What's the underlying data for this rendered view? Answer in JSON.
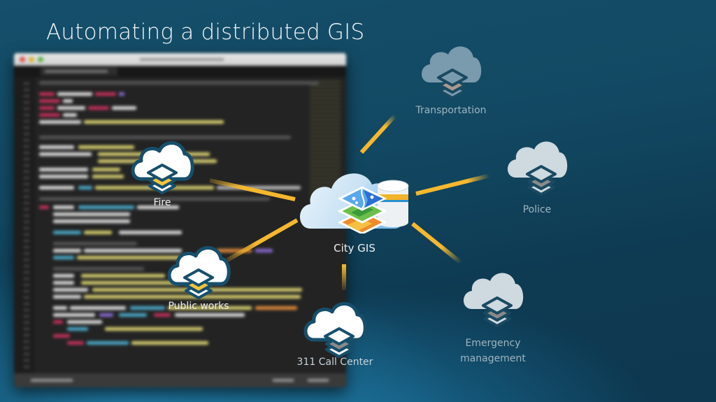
{
  "slide": {
    "title": "Automating a distributed GIS"
  },
  "colors": {
    "background_top": "#154f6b",
    "background_bottom_glow": "#1f7fab",
    "connector": "#f5b82e",
    "cloud_outline": "#174f6b",
    "cloud_fill_active": "#ffffff",
    "cloud_fill_inactive": "#cfdbe2",
    "layer_accent_active": "#f2c33c",
    "layer_accent_inactive": "#8a8a8a",
    "label_active": "#f0f0f0",
    "label_inactive": "#9fb4c0"
  },
  "hub": {
    "label": "City GIS",
    "icon": "cloud-map-layers-database-icon"
  },
  "nodes": [
    {
      "id": "fire",
      "label": "Fire",
      "icon": "cloud-layers-icon",
      "state": "active"
    },
    {
      "id": "public-works",
      "label": "Public works",
      "icon": "cloud-layers-icon",
      "state": "active"
    },
    {
      "id": "call-center",
      "label": "311 Call Center",
      "icon": "cloud-layers-icon",
      "state": "active"
    },
    {
      "id": "transportation",
      "label": "Transportation",
      "icon": "cloud-layers-icon",
      "state": "inactive"
    },
    {
      "id": "police",
      "label": "Police",
      "icon": "cloud-layers-icon",
      "state": "inactive"
    },
    {
      "id": "emergency",
      "label_line1": "Emergency",
      "label_line2": "management",
      "icon": "cloud-layers-icon",
      "state": "inactive"
    }
  ],
  "background_window": {
    "type": "code-editor-screenshot",
    "state": "blurred"
  }
}
